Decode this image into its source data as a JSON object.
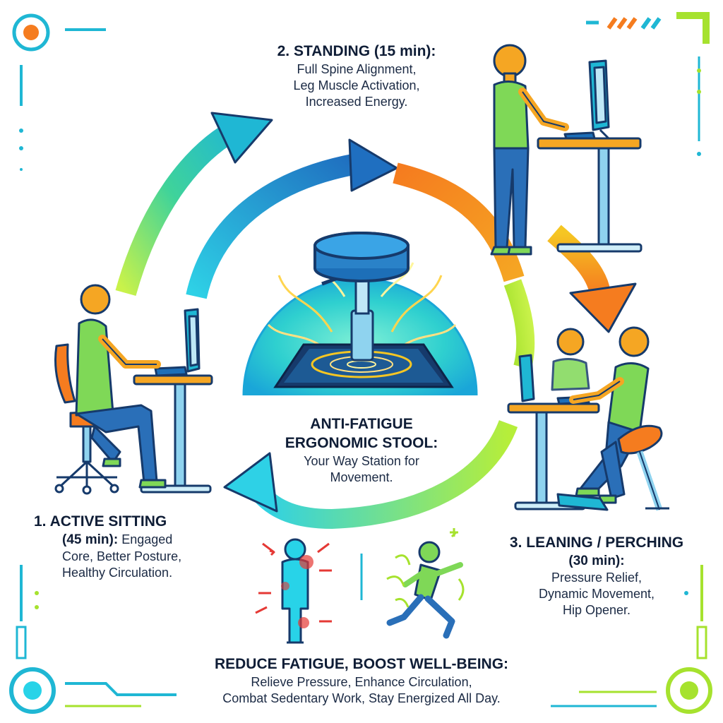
{
  "colors": {
    "navy": "#163a6b",
    "teal": "#1fb7d4",
    "cyan": "#28d3e8",
    "lime": "#a6e22e",
    "green": "#53d26e",
    "orange": "#f57c1f",
    "skin": "#f5a623",
    "shirt": "#7fd857",
    "pants": "#2a6fb8",
    "red": "#e53935"
  },
  "center": {
    "title_line1": "ANTI-FATIGUE",
    "title_line2": "ERGONOMIC STOOL:",
    "subtitle_line1": "Your Way Station for",
    "subtitle_line2": "Movement."
  },
  "standing": {
    "heading": "2. STANDING (15 min):",
    "line1": "Full Spine Alignment,",
    "line2": "Leg Muscle Activation,",
    "line3": "Increased Energy."
  },
  "sitting": {
    "heading": "1. ACTIVE SITTING",
    "duration": "(45 min):",
    "line1_rest": "Engaged",
    "line2": "Core, Better Posture,",
    "line3": "Healthy Circulation."
  },
  "leaning": {
    "heading": "3. LEANING / PERCHING",
    "duration": "(30 min):",
    "line1": "Pressure Relief,",
    "line2": "Dynamic Movement,",
    "line3": "Hip Opener."
  },
  "bottom": {
    "heading": "REDUCE FATIGUE, BOOST WELL-BEING:",
    "line1": "Relieve Pressure, Enhance Circulation,",
    "line2": "Combat Sedentary Work, Stay Energized All Day."
  }
}
